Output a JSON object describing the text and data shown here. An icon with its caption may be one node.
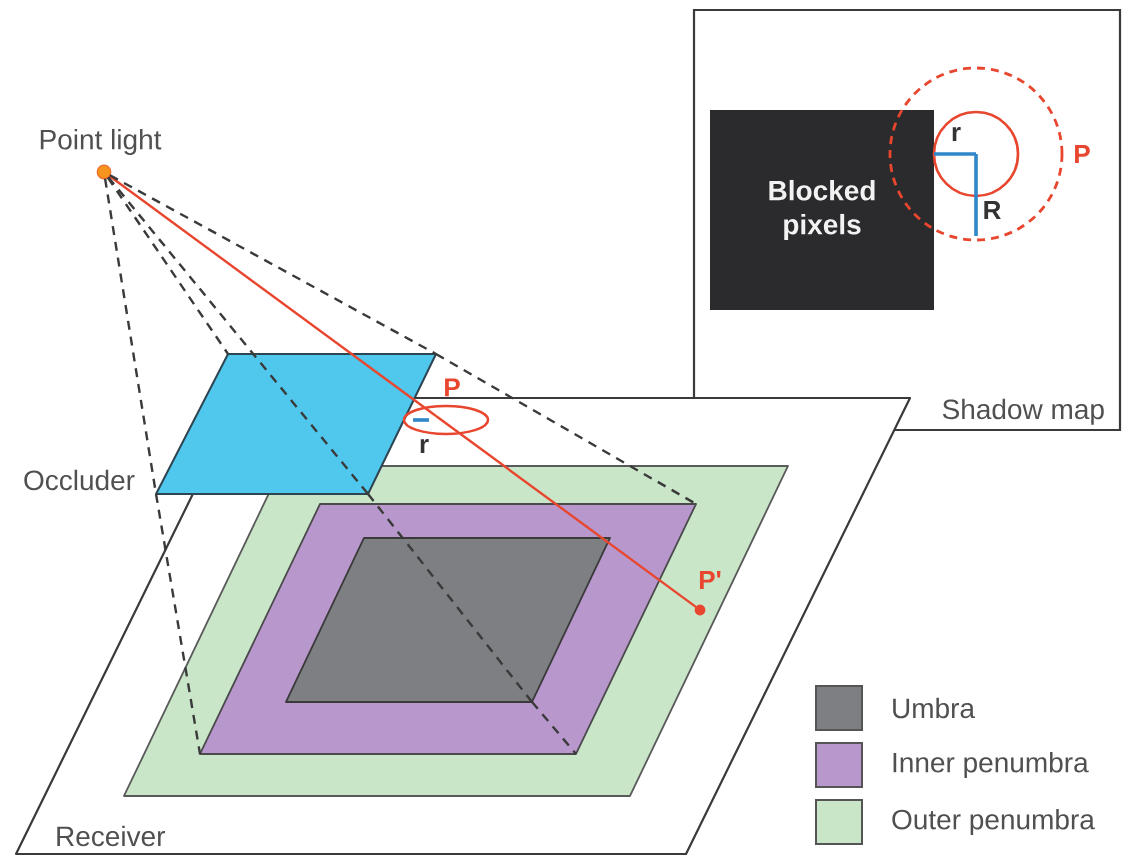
{
  "diagram": {
    "nodes": [
      {
        "text": [
          "Point light"
        ]
      },
      {
        "text": [
          "Shadow map"
        ]
      },
      {
        "text": [
          "Blocked pixels"
        ],
        "in": 1
      },
      {
        "text": [
          "Occluder"
        ]
      },
      {
        "text": [
          "Receiver"
        ]
      },
      {
        "text": [],
        "shape": "parallelogram",
        "in": 4
      },
      {
        "text": [],
        "shape": "parallelogram",
        "in": 5
      },
      {
        "text": [],
        "shape": "parallelogram",
        "in": 6
      },
      {
        "text": [
          "P'"
        ],
        "in": 5
      }
    ],
    "edges": [
      {
        "from": 0,
        "to": 3,
        "arrow": "none",
        "color": "#e8462e"
      },
      {
        "from": 3,
        "to": 8,
        "arrow": "none",
        "color": "#e8462e"
      },
      {
        "from": 0,
        "to": 3,
        "arrow": "none",
        "style": "dashed"
      },
      {
        "from": 0,
        "to": 3,
        "arrow": "none",
        "style": "dashed"
      },
      {
        "from": 3,
        "to": 6,
        "arrow": "none",
        "style": "dashed"
      },
      {
        "from": 0,
        "to": 3,
        "arrow": "none",
        "style": "dashed"
      },
      {
        "from": 3,
        "to": 6,
        "arrow": "none",
        "style": "dashed"
      },
      {
        "from": 0,
        "to": 3,
        "arrow": "none",
        "style": "dashed"
      },
      {
        "from": 3,
        "to": 7,
        "arrow": "none",
        "style": "dashed"
      },
      {
        "from": 7,
        "to": 6,
        "arrow": "none",
        "style": "dashed"
      }
    ],
    "labels": [
      "r",
      "P",
      "R",
      "P",
      "r"
    ],
    "legend": [
      {
        "text": "Umbra",
        "color": "#7e7f83"
      },
      {
        "text": "Inner penumbra",
        "color": "#b898cc"
      },
      {
        "text": "Outer penumbra",
        "color": "#c9e6c9"
      }
    ]
  }
}
